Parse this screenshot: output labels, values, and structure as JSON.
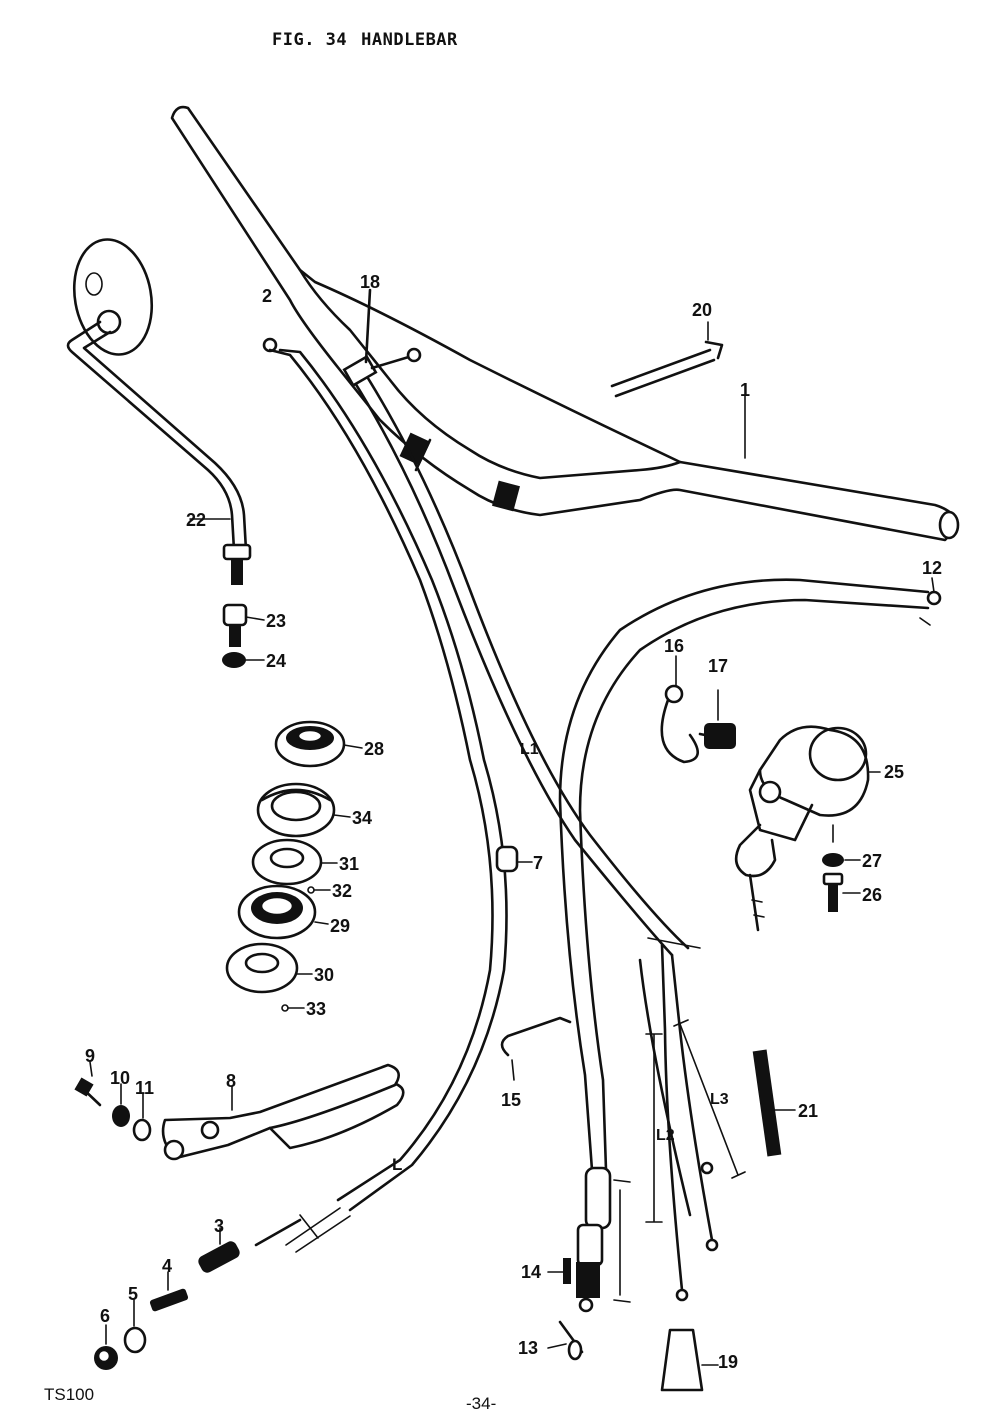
{
  "header": {
    "fig_label": "FIG. 34",
    "title": "HANDLEBAR"
  },
  "footer": {
    "model": "TS100",
    "page": "-34-"
  },
  "callouts": {
    "c1": "1",
    "c2": "2",
    "c3": "3",
    "c4": "4",
    "c5": "5",
    "c6": "6",
    "c7": "7",
    "c8": "8",
    "c9": "9",
    "c10": "10",
    "c11": "11",
    "c12": "12",
    "c13": "13",
    "c14": "14",
    "c15": "15",
    "c16": "16",
    "c17": "17",
    "c18": "18",
    "c19": "19",
    "c20": "20",
    "c21": "21",
    "c22": "22",
    "c23": "23",
    "c24": "24",
    "c25": "25",
    "c26": "26",
    "c27": "27",
    "c28": "28",
    "c29": "29",
    "c30": "30",
    "c31": "31",
    "c32": "32",
    "c33": "33",
    "c34": "34"
  },
  "dimensions": {
    "L": "L",
    "L1": "L1",
    "L2": "L2",
    "L3": "L3"
  }
}
